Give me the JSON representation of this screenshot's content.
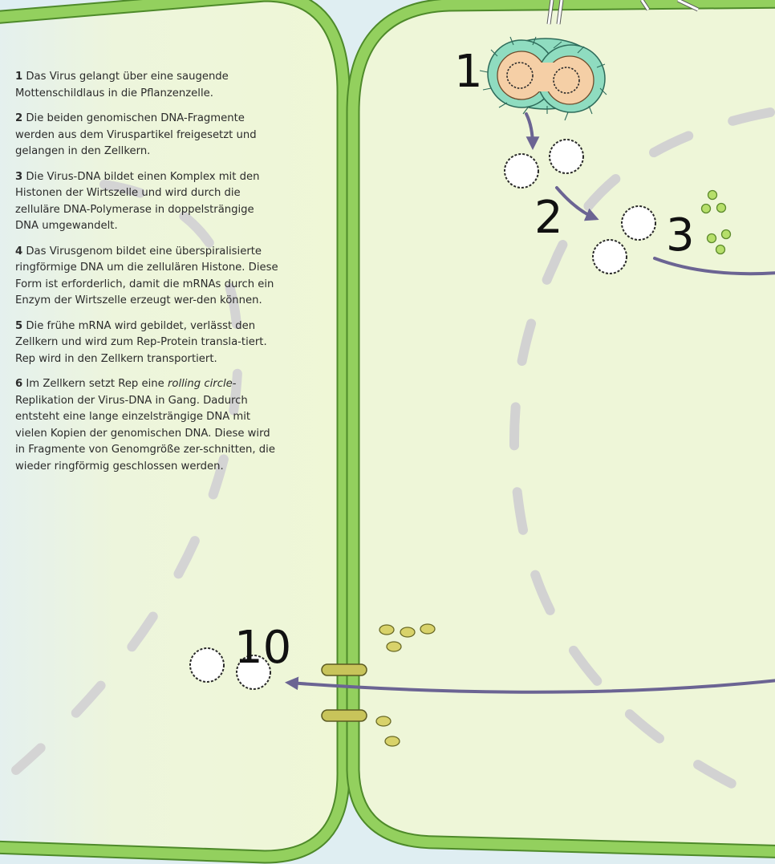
{
  "steps": [
    {
      "num": "1",
      "pre": "Das Virus gelangt über eine saugende Mottenschildlaus in die Pflanzenzelle.",
      "em": "",
      "post": ""
    },
    {
      "num": "2",
      "pre": "Die beiden genomischen DNA-Fragmente werden aus dem Viruspartikel freigesetzt und gelangen in den Zellkern.",
      "em": "",
      "post": ""
    },
    {
      "num": "3",
      "pre": "Die Virus-DNA bildet einen Komplex mit den Histonen der Wirtszelle und wird durch die zelluläre DNA-Polymerase in doppelsträngige DNA umgewandelt.",
      "em": "",
      "post": ""
    },
    {
      "num": "4",
      "pre": "Das Virusgenom bildet eine überspiralisierte ringförmige DNA um die zellulären Histone. Diese Form ist erforderlich, damit die mRNAs durch ein Enzym der Wirtszelle erzeugt wer-den können.",
      "em": "",
      "post": ""
    },
    {
      "num": "5",
      "pre": "Die frühe mRNA wird gebildet, verlässt den Zellkern und wird zum Rep-Protein transla-tiert. Rep wird in den Zellkern transportiert.",
      "em": "",
      "post": ""
    },
    {
      "num": "6",
      "pre": "Im Zellkern setzt Rep eine ",
      "em": "rolling circle",
      "post": "-Replikation der Virus-DNA in Gang. Dadurch entsteht eine lange einzelsträngige DNA mit vielen Kopien der genomischen DNA. Diese wird in Fragmente von Genomgröße zer-schnitten, die wieder ringförmig geschlossen werden."
    }
  ],
  "diagram_labels": {
    "step1": "1",
    "step2": "2",
    "step3": "3",
    "step10": "10"
  },
  "colors": {
    "background": "#dfeef2",
    "cytoplasm": "#eef6d8",
    "cell_wall": "#8fcf5a",
    "cell_wall_dark": "#4e8a2a",
    "nucleus_dash": "#cfcfcf",
    "arrow": "#6b6493",
    "capsid": "#8fdcc0",
    "virion_core": "#f5cfa6",
    "histone": "#b6df6a",
    "plasmodesma": "#c8c45a",
    "ribosome": "#d8d26a"
  }
}
